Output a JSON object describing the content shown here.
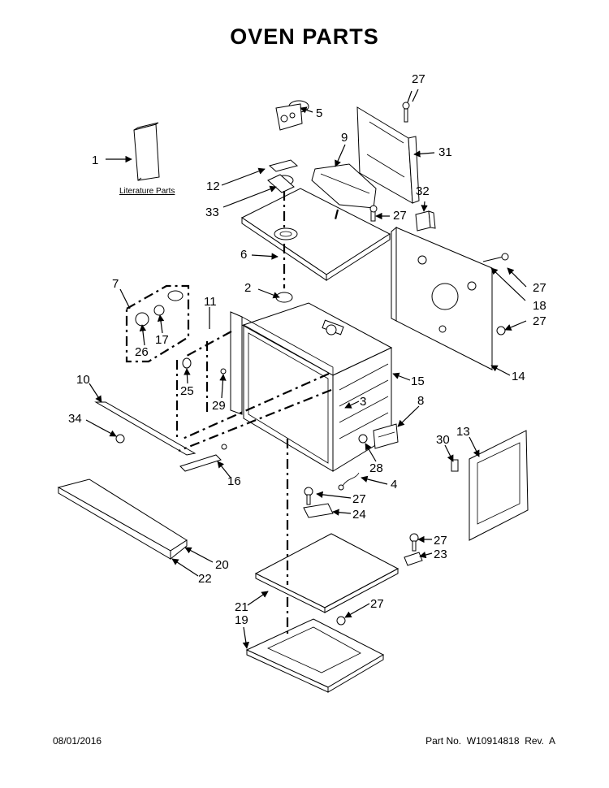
{
  "title": "OVEN PARTS",
  "literature_caption": "Literature Parts",
  "footer": {
    "date": "08/01/2016",
    "part_number": "Part No.  W10914818  Rev.  A"
  },
  "callouts": {
    "c1": "1",
    "c2": "2",
    "c3": "3",
    "c4": "4",
    "c5": "5",
    "c6": "6",
    "c7": "7",
    "c8": "8",
    "c9": "9",
    "c10": "10",
    "c11": "11",
    "c12": "12",
    "c13": "13",
    "c14": "14",
    "c15": "15",
    "c16": "16",
    "c17": "17",
    "c18": "18",
    "c19": "19",
    "c20": "20",
    "c21": "21",
    "c22": "22",
    "c23": "23",
    "c24": "24",
    "c25": "25",
    "c26": "26",
    "c27": "27",
    "c28": "28",
    "c29": "29",
    "c30": "30",
    "c31": "31",
    "c32": "32",
    "c33": "33",
    "c34": "34"
  }
}
